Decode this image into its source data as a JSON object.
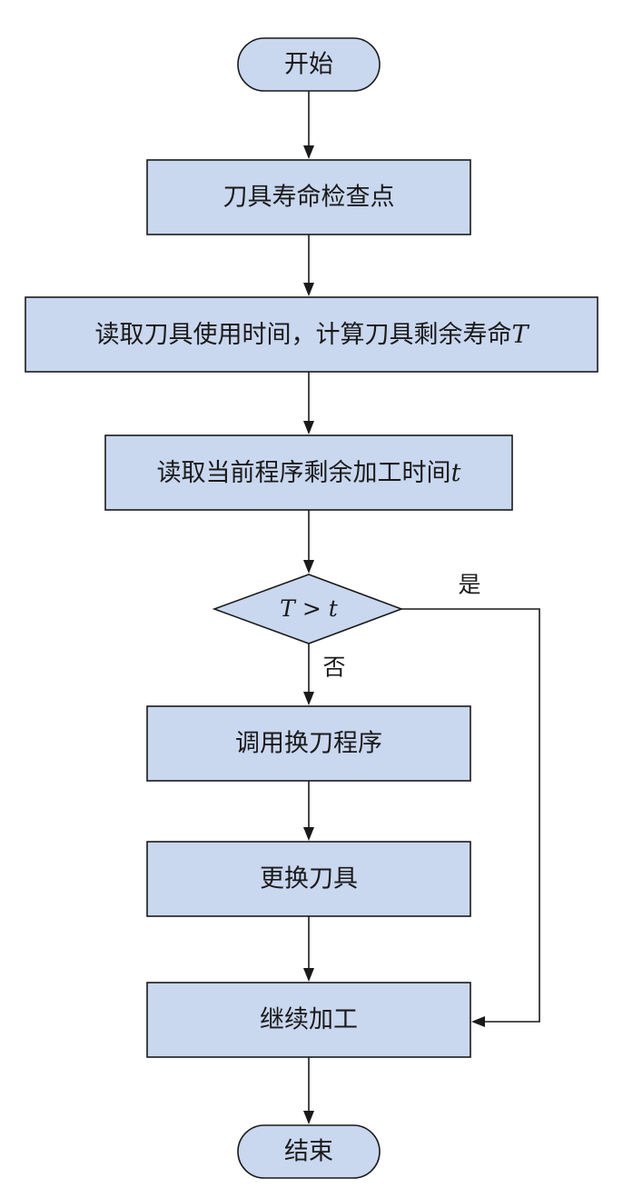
{
  "colors": {
    "node_fill": "#c9d7ef",
    "stroke": "#1a1a1a",
    "background": "#ffffff"
  },
  "nodes": {
    "start": "开始",
    "check_point": "刀具寿命检查点",
    "calc_life_prefix": "读取刀具使用时间，计算刀具剩余寿命",
    "calc_life_var": "T",
    "read_time_prefix": "读取当前程序剩余加工时间",
    "read_time_var": "t",
    "decision_left": "T",
    "decision_op": ">",
    "decision_right": "t",
    "call_program": "调用换刀程序",
    "replace_tool": "更换刀具",
    "continue": "继续加工",
    "end": "结束"
  },
  "edges": {
    "yes_label": "是",
    "no_label": "否"
  }
}
